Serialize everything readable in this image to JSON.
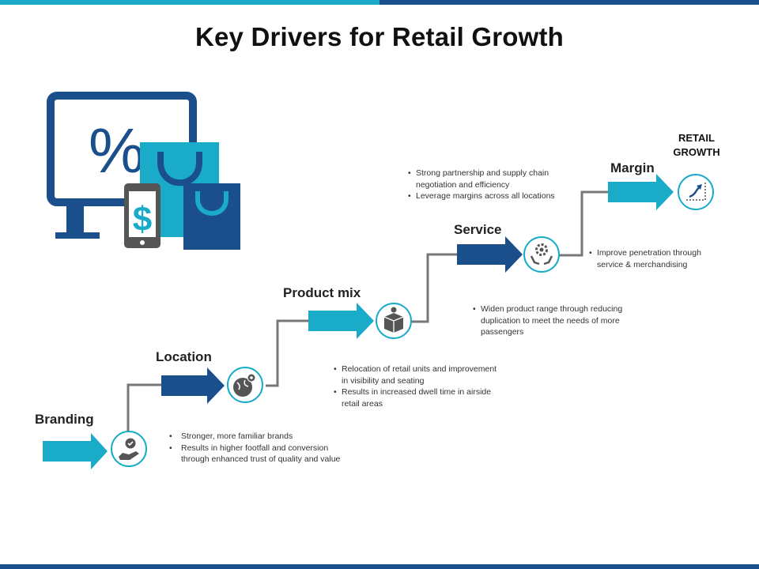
{
  "title": "Key Drivers for Retail Growth",
  "colors": {
    "light_blue": "#1aabc9",
    "dark_blue": "#1b4f8c",
    "connector_gray": "#777777",
    "icon_gray": "#555555"
  },
  "hero_illustration": {
    "monitor_symbol": "%",
    "phone_symbol": "$",
    "icons": [
      "monitor-icon",
      "shopping-bag-icon",
      "smartphone-dollar-icon"
    ]
  },
  "end_label": {
    "line1": "RETAIL",
    "line2": "GROWTH"
  },
  "stages": [
    {
      "label": "Branding",
      "icon": "hand-badge-icon",
      "arrow_color": "light_blue",
      "bullets": [
        "Stronger, more familiar brands",
        "Results in higher footfall and conversion through enhanced trust of quality and value"
      ]
    },
    {
      "label": "Location",
      "icon": "globe-location-icon",
      "arrow_color": "dark_blue",
      "bullets": [
        "Relocation of retail units and improvement in visibility and seating",
        "Results in increased dwell time in airside retail areas"
      ]
    },
    {
      "label": "Product mix",
      "icon": "product-box-icon",
      "arrow_color": "light_blue",
      "bullets": [
        "Widen product range through reducing duplication to meet the needs of more passengers"
      ]
    },
    {
      "label": "Service",
      "icon": "hands-gear-icon",
      "arrow_color": "dark_blue",
      "bullets": [
        "Improve penetration through service & merchandising"
      ]
    },
    {
      "label": "Margin",
      "icon": "growth-trend-icon",
      "arrow_color": "light_blue",
      "bullets": [
        "Strong partnership and supply chain negotiation and efficiency",
        "Leverage margins across all locations"
      ]
    }
  ]
}
